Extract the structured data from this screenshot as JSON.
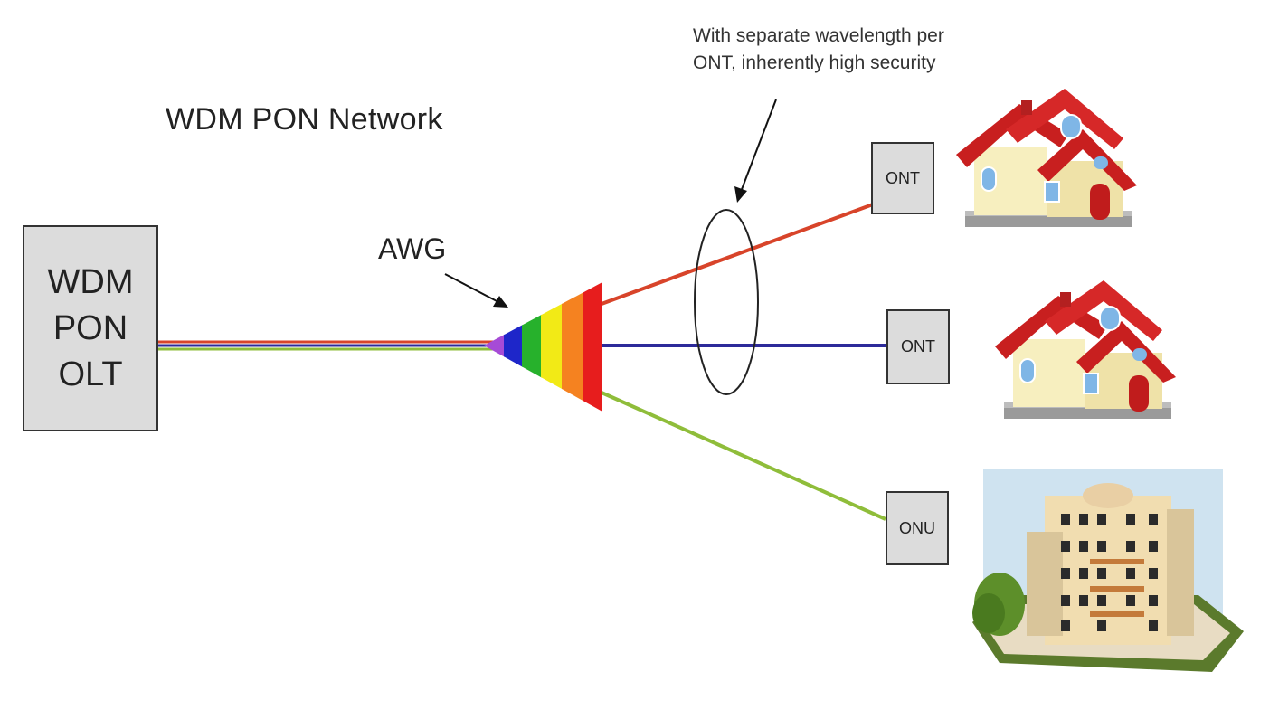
{
  "diagram": {
    "title": "WDM PON Network",
    "olt": {
      "lines": [
        "WDM",
        "PON",
        "OLT"
      ]
    },
    "awg_label": "AWG",
    "annotation": {
      "line1": "With separate wavelength per",
      "line2": "ONT, inherently high security"
    },
    "endpoints": [
      {
        "label": "ONT",
        "building": "house-icon",
        "fiber_color": "#d8442a"
      },
      {
        "label": "ONT",
        "building": "house-icon",
        "fiber_color": "#2d2a9a"
      },
      {
        "label": "ONU",
        "building": "apartment-building-icon",
        "fiber_color": "#8fbd3a"
      }
    ],
    "spectrum_colors": [
      "#a64bd6",
      "#1e26c9",
      "#27b12c",
      "#f2ea16",
      "#f58220",
      "#e71d1d"
    ]
  }
}
